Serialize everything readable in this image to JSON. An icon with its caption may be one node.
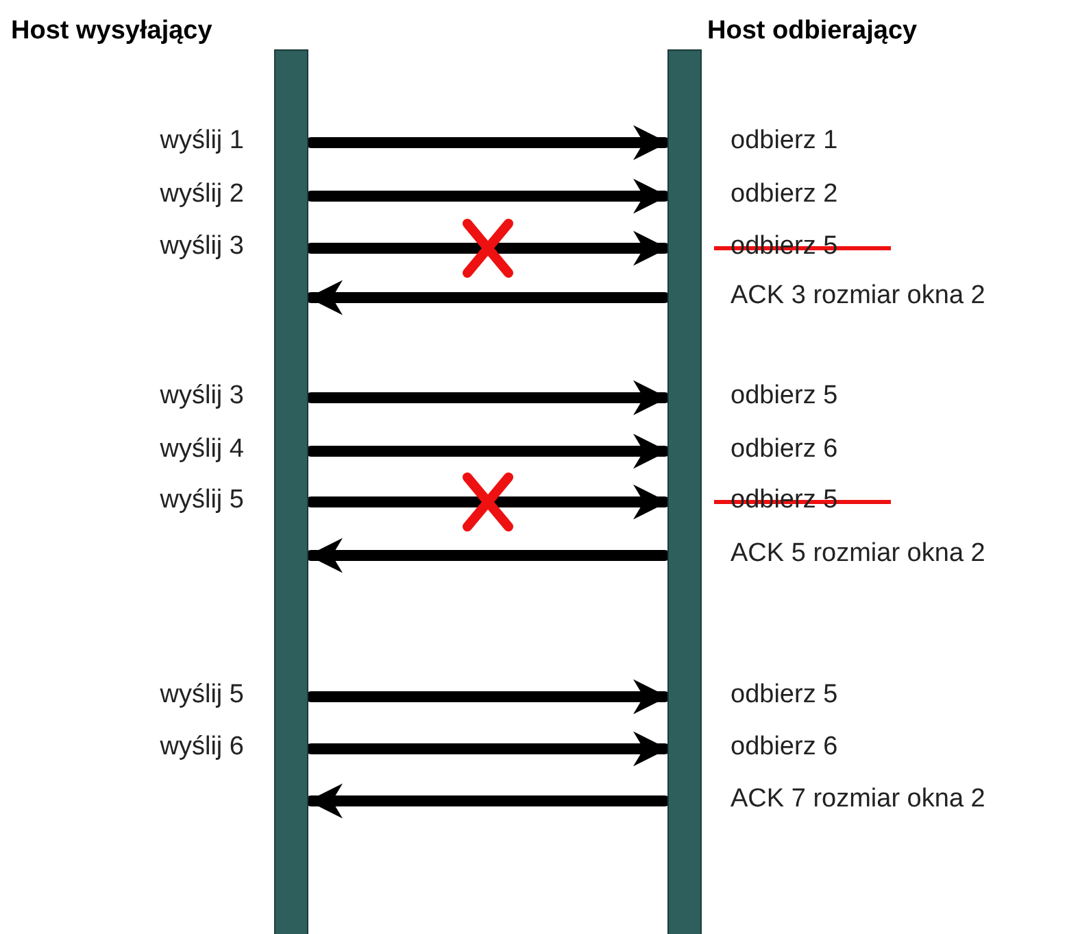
{
  "diagram": {
    "nodes": [
      {
        "text": [
          "Host wysyłający"
        ]
      },
      {
        "text": [
          "Host odbierający"
        ]
      }
    ],
    "edges": [
      {
        "from": 0,
        "to": 1,
        "arrow": "to"
      },
      {
        "from": 0,
        "to": 1,
        "arrow": "to"
      },
      {
        "from": 0,
        "to": 1,
        "arrow": "to"
      },
      {
        "from": 1,
        "to": 0,
        "arrow": "to"
      },
      {
        "from": 0,
        "to": 1,
        "arrow": "to"
      },
      {
        "from": 0,
        "to": 1,
        "arrow": "to"
      },
      {
        "from": 0,
        "to": 1,
        "arrow": "to"
      },
      {
        "from": 1,
        "to": 0,
        "arrow": "to"
      },
      {
        "from": 0,
        "to": 1,
        "arrow": "to"
      },
      {
        "from": 0,
        "to": 1,
        "arrow": "to"
      },
      {
        "from": 1,
        "to": 0,
        "arrow": "to"
      }
    ],
    "labels": [
      "wyślij 1",
      "odbierz 1",
      "wyślij 2",
      "odbierz 2",
      "wyślij 3",
      "odbierz 5",
      "ACK 3 rozmiar okna 2",
      "wyślij 3",
      "odbierz 5",
      "wyślij 4",
      "odbierz 6",
      "wyślij 5",
      "odbierz 5",
      "ACK 5 rozmiar okna 2",
      "wyślij 5",
      "odbierz 5",
      "wyślij 6",
      "odbierz 6",
      "ACK 7 rozmiar okna 2"
    ]
  }
}
